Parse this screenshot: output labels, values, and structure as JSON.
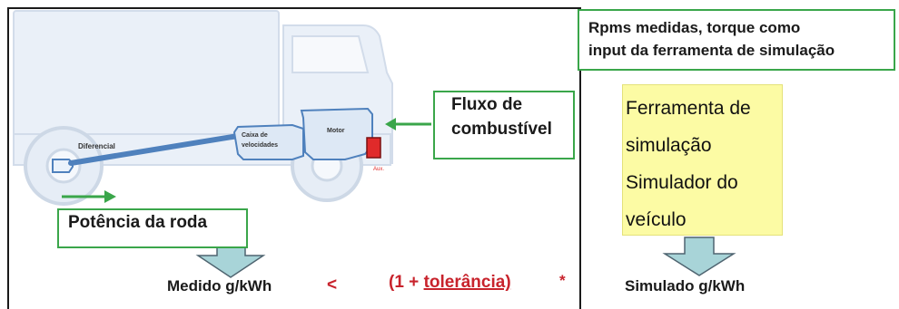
{
  "diagram": {
    "labels": {
      "differential": "Diferencial",
      "gearbox_line1": "Caixa de",
      "gearbox_line2": "velocidades",
      "engine": "Motor",
      "aux": "Aux."
    },
    "fuel_flow": "Fluxo de combustível",
    "wheel_power": "Potência da roda",
    "rpm_note": "Rpms medidas, torque como\ninput da ferramenta de simulação",
    "simulation_tool": "Ferramenta de\nsimulação\nSimulador do\nveículo",
    "equation": {
      "measured": "Medido g/kWh",
      "less_than": "<",
      "tolerance_open": "(1 + ",
      "tolerance_word": "tolerância)",
      "multiply": "*",
      "simulated": "Simulado g/kWh"
    },
    "colors": {
      "green": "#3aa64a",
      "red": "#c8232c",
      "drivetrain_blue": "#4f81bd",
      "arrow_fill": "#a8d4d8",
      "sim_box": "#fcfba4"
    }
  }
}
